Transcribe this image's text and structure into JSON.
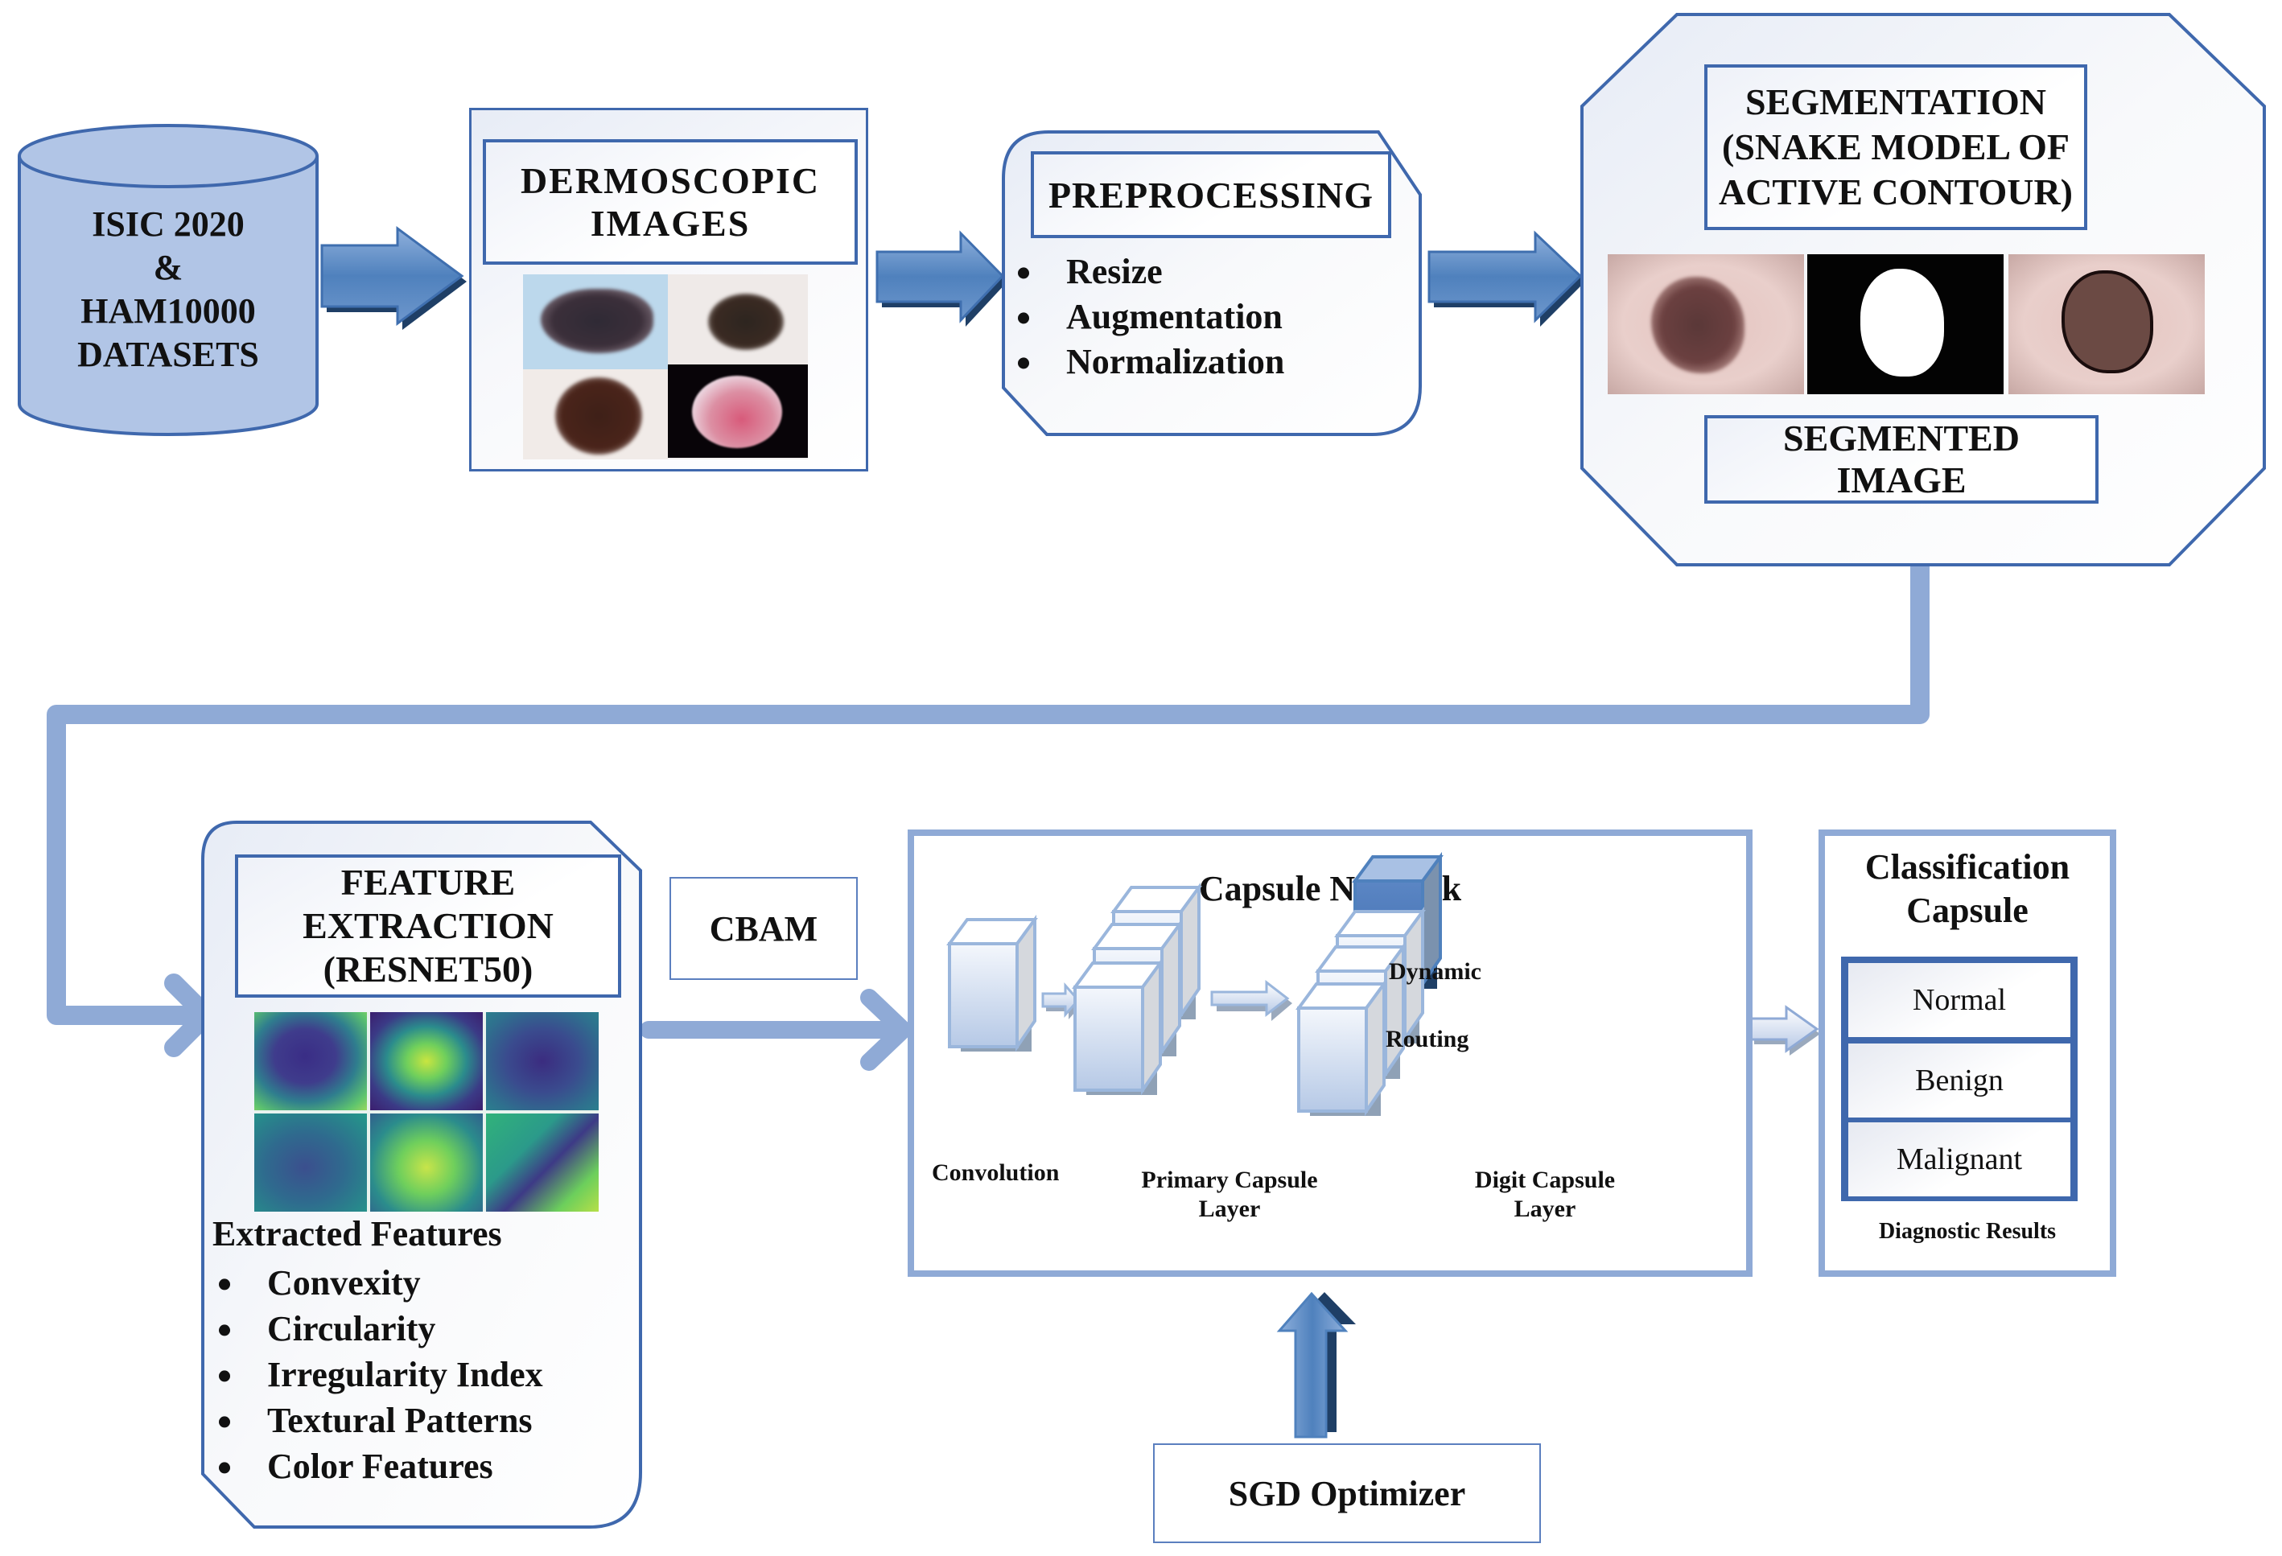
{
  "diagram": {
    "type": "pipeline-flowchart",
    "colors": {
      "primary_border": "#3f68ad",
      "connector": "#8faad6",
      "arrow_fill": "#4f81bd",
      "arrow_shadow": "#1f3f66",
      "cylinder_fill": "#b1c5e6"
    }
  },
  "dataset": {
    "lines": [
      "ISIC 2020",
      "&",
      "HAM10000",
      "DATASETS"
    ]
  },
  "dermoscopic": {
    "title_lines": [
      "DERMOSCOPIC",
      "IMAGES"
    ],
    "images": [
      "lesion-1",
      "lesion-2",
      "lesion-3",
      "lesion-4"
    ]
  },
  "preprocessing": {
    "title": "PREPROCESSING",
    "steps": [
      "Resize",
      "Augmentation",
      "Normalization"
    ]
  },
  "segmentation": {
    "title_lines": [
      "SEGMENTATION",
      "(SNAKE MODEL OF",
      "ACTIVE CONTOUR)"
    ],
    "images": [
      "original-lesion",
      "binary-mask",
      "contour-overlay"
    ],
    "result_lines": [
      "SEGMENTED",
      "IMAGE"
    ]
  },
  "feature_extraction": {
    "title_lines": [
      "FEATURE",
      "EXTRACTION",
      "(RESNET50)"
    ],
    "heading": "Extracted Features",
    "features": [
      "Convexity",
      "Circularity",
      "Irregularity Index",
      "Textural Patterns",
      "Color Features"
    ]
  },
  "cbam": {
    "label": "CBAM"
  },
  "capsule_network": {
    "title": "Capsule Network",
    "stages": {
      "convolution": "Convolution",
      "primary_line1": "Primary Capsule",
      "primary_line2": "Layer",
      "routing_line1": "Dynamic",
      "routing_line2": "Routing",
      "digit_line1": "Digit Capsule",
      "digit_line2": "Layer"
    }
  },
  "classification": {
    "title_lines": [
      "Classification",
      "Capsule"
    ],
    "classes": [
      "Normal",
      "Benign",
      "Malignant"
    ],
    "footer": "Diagnostic Results"
  },
  "optimizer": {
    "label": "SGD Optimizer"
  }
}
